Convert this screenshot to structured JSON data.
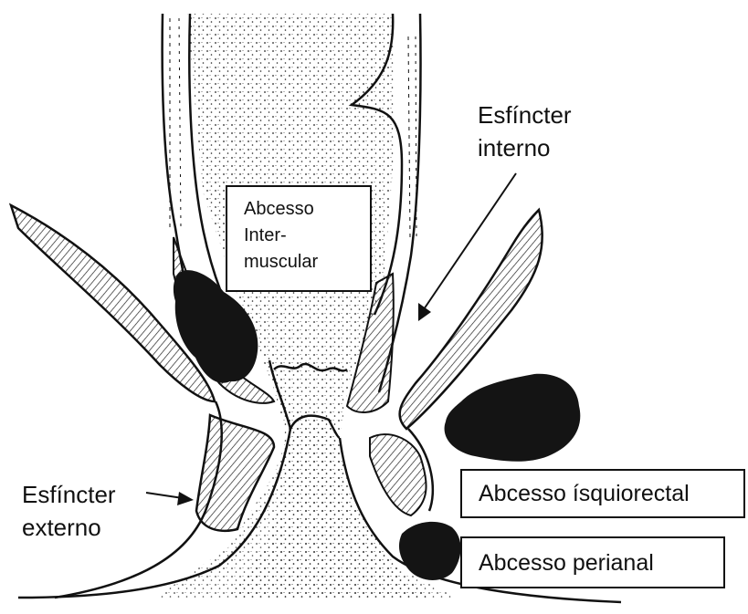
{
  "labels": {
    "internal_sphincter": [
      "Esfíncter",
      "interno"
    ],
    "external_sphincter": [
      "Esfíncter",
      "externo"
    ]
  },
  "boxes": {
    "intermuscular": [
      "Abcesso",
      "Inter-",
      "muscular"
    ],
    "ischiorectal": "Abcesso ísquiorectal",
    "perianal": "Abcesso perianal"
  },
  "colors": {
    "ink": "#111111",
    "abscess": "#141414",
    "background": "#ffffff"
  }
}
